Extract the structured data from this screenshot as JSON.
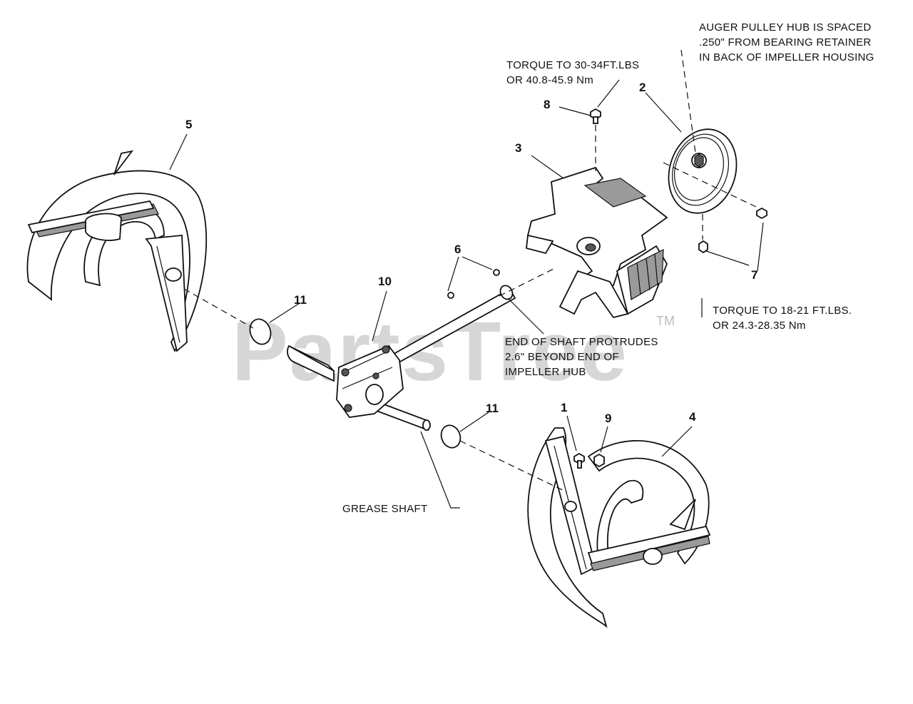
{
  "watermark": "PartsTree",
  "trademark": "TM",
  "callouts": {
    "auger_pulley_hub": "AUGER PULLEY HUB IS SPACED\n.250\" FROM BEARING RETAINER\nIN BACK OF IMPELLER HOUSING",
    "torque_top": "TORQUE TO 30-34FT.LBS\nOR 40.8-45.9 Nm",
    "torque_right": "TORQUE TO 18-21 FT.LBS.\nOR 24.3-28.35 Nm",
    "shaft_protrudes": "END OF SHAFT PROTRUDES\n2.6\" BEYOND END OF\nIMPELLER HUB",
    "grease_shaft": "GREASE SHAFT"
  },
  "part_numbers": {
    "p1": "1",
    "p2": "2",
    "p3": "3",
    "p4": "4",
    "p5": "5",
    "p6": "6",
    "p7": "7",
    "p8": "8",
    "p9": "9",
    "p10": "10",
    "p11a": "11",
    "p11b": "11"
  }
}
